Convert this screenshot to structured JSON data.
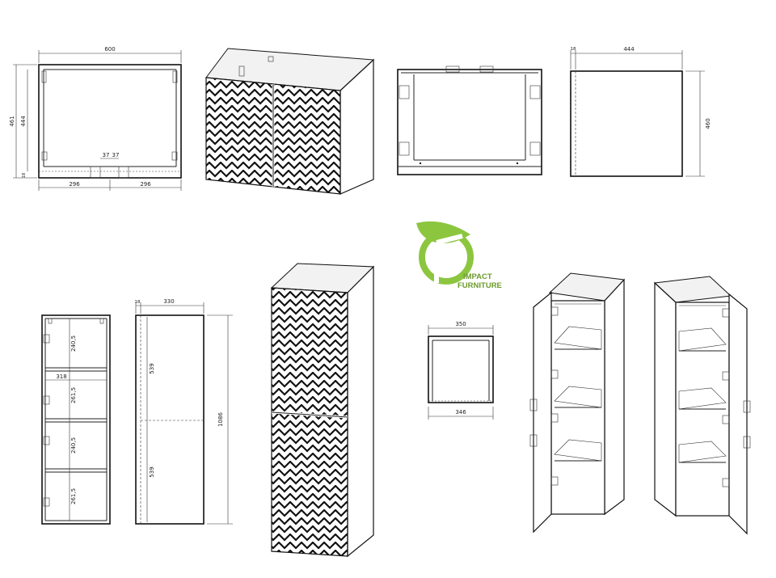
{
  "colors": {
    "line": "#222222",
    "logo_green": "#8cc63f",
    "logo_text": "#6c9b2a"
  },
  "logo": {
    "line1": "IMPACT",
    "line2": "FURNITURE",
    "icon": "impact-furniture-logo-icon"
  },
  "dims": {
    "front_width": "600",
    "front_height_total": "461",
    "front_height_inner": "444",
    "front_bottom_gap": "18",
    "front_half_left": "296",
    "front_half_right": "296",
    "front_drain_left": "37",
    "front_drain_right": "37",
    "side_depth": "444",
    "side_panel": "18",
    "side_height": "460",
    "tall_shelf_1": "240,5",
    "tall_shelf_2": "261,5",
    "tall_shelf_3": "240,5",
    "tall_shelf_4": "261,5",
    "tall_inner_width": "318",
    "tall_side_panel": "18",
    "tall_side_depth": "330",
    "tall_door_upper": "539",
    "tall_door_lower": "539",
    "tall_height": "1086",
    "top_outer": "350",
    "top_inner": "346"
  }
}
